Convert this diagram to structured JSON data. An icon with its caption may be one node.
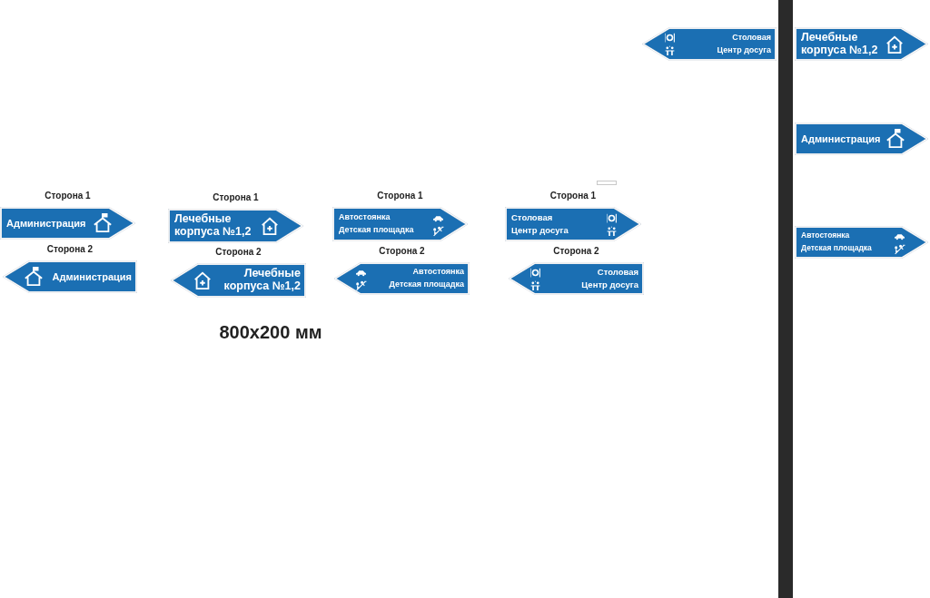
{
  "diagram": {
    "nodes": [
      {
        "text": [
          "Столовая",
          "Центр досуга"
        ]
      },
      {
        "text": [
          "Лечебные корпуса №1,2"
        ]
      },
      {
        "text": [
          "Администрация"
        ]
      },
      {
        "text": [
          "Администрация"
        ],
        "beside": [
          "Сторона 1"
        ]
      },
      {
        "text": [
          "Лечебные корпуса №1,2"
        ],
        "beside": [
          "Сторона 1"
        ]
      },
      {
        "text": [
          "Автостоянка",
          "Детская площадка"
        ],
        "beside": [
          "Сторона 1"
        ]
      },
      {
        "text": [
          "Столовая",
          "Центр досуга"
        ],
        "beside": [
          "Сторона 1"
        ]
      },
      {
        "text": [
          "Автостоянка",
          "Детская площадка"
        ]
      },
      {
        "text": [
          "Администрация"
        ],
        "beside": [
          "Сторона 2"
        ]
      },
      {
        "text": [
          "Лечебные корпуса №1,2"
        ],
        "beside": [
          "Сторона 2"
        ]
      },
      {
        "text": [
          "Автостоянка",
          "Детская площадка"
        ],
        "beside": [
          "Сторона 2"
        ]
      },
      {
        "text": [
          "Столовая",
          "Центр досуга"
        ],
        "beside": [
          "Сторона 2"
        ]
      },
      {
        "text": [],
        "shape": "bar"
      }
    ],
    "labels": [
      "800x200 мм"
    ]
  }
}
